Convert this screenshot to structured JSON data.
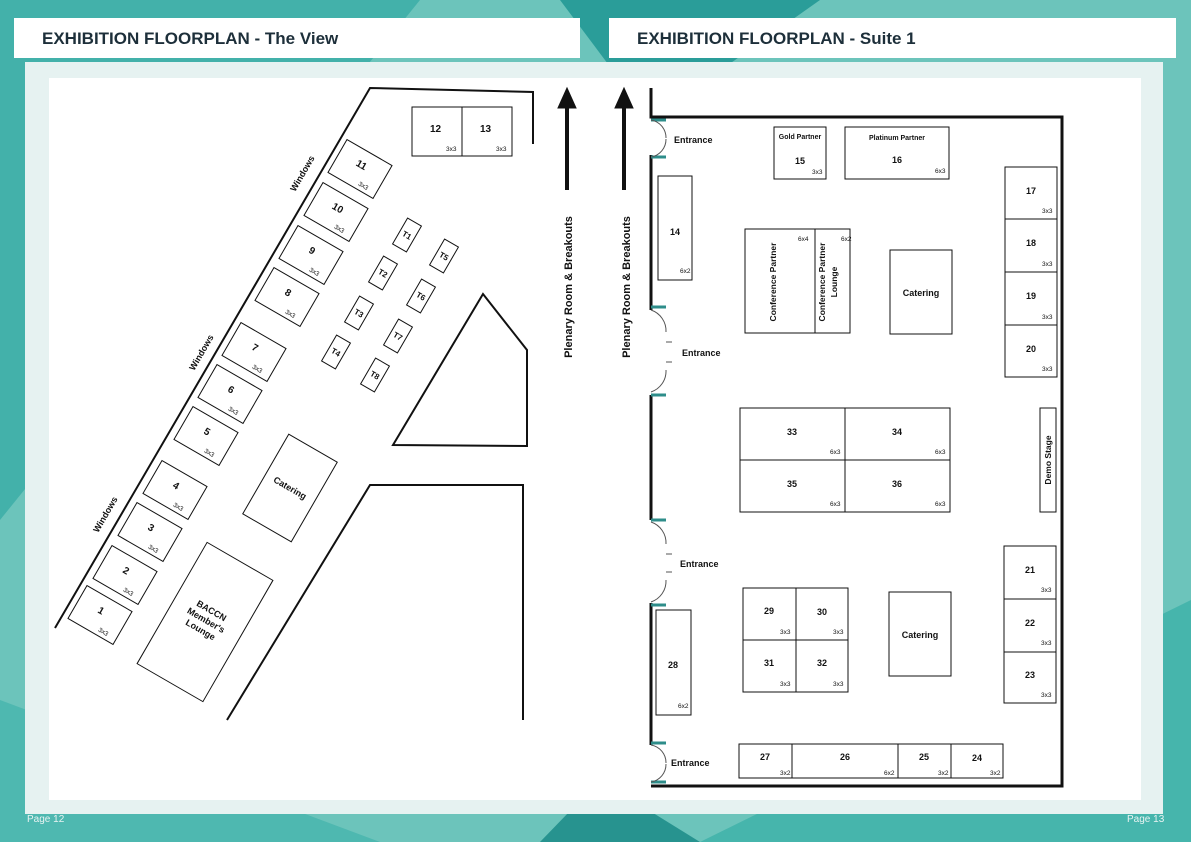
{
  "headers": {
    "left_title": "EXHIBITION FLOORPLAN - The View",
    "right_title": "EXHIBITION FLOORPLAN - Suite 1"
  },
  "footer": {
    "left_page": "Page 12",
    "right_page": "Page 13"
  },
  "colors": {
    "teal_dark": "#0e8d8a",
    "teal_light": "#6cc4bb",
    "panel_bg": "#e6f2f1",
    "ink": "#111111",
    "door_teal": "#2e8d8a"
  },
  "view": {
    "windows_label": "Windows",
    "catering_label": "Catering",
    "lounge_label": [
      "BACCN",
      "Member's",
      "Lounge"
    ],
    "plenary_label": "Plenary Room & Breakouts",
    "size_3x3": "3x3",
    "stands": [
      "1",
      "2",
      "3",
      "4",
      "5",
      "6",
      "7",
      "8",
      "9",
      "10",
      "11"
    ],
    "top_stands": [
      "12",
      "13"
    ],
    "tables": [
      "T1",
      "T2",
      "T3",
      "T4",
      "T5",
      "T6",
      "T7",
      "T8"
    ]
  },
  "suite": {
    "plenary_label": "Plenary Room & Breakouts",
    "entrance_label": "Entrance",
    "gold_label": "Gold Partner",
    "platinum_label": "Platinum Partner",
    "conference_partner": "Conference Partner",
    "conference_lounge": [
      "Conference Partner",
      "Lounge"
    ],
    "catering_label": "Catering",
    "demo_stage": "Demo Stage",
    "size_3x3": "3x3",
    "size_6x3": "6x3",
    "size_6x2": "6x2",
    "size_6x4": "6x4",
    "size_3x2": "3x2",
    "stand_15": "15",
    "stand_16": "16",
    "stand_14": "14",
    "stand_28": "28",
    "right_col": [
      "17",
      "18",
      "19",
      "20"
    ],
    "right_col2": [
      "21",
      "22",
      "23"
    ],
    "mid_grid": [
      "33",
      "34",
      "35",
      "36"
    ],
    "small_grid": [
      "29",
      "30",
      "31",
      "32"
    ],
    "bottom_row": [
      "27",
      "26",
      "25",
      "24"
    ]
  }
}
